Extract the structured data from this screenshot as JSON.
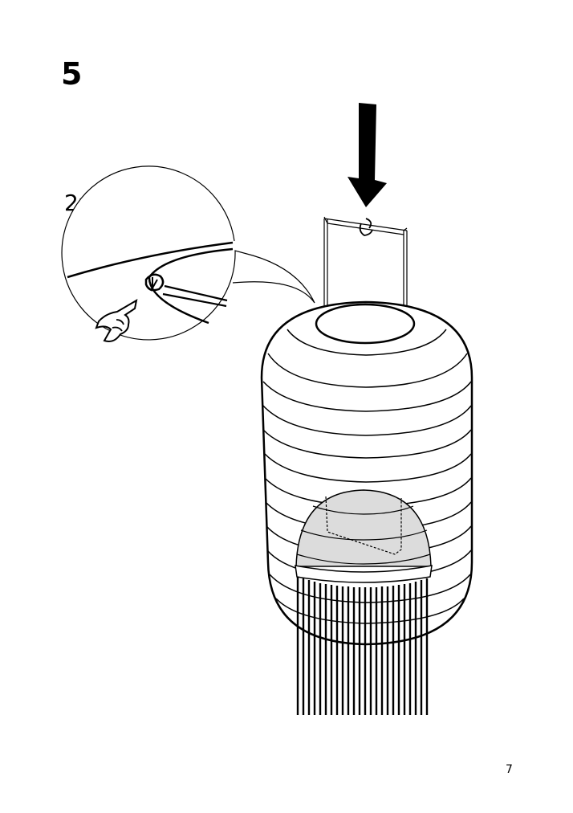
{
  "step": {
    "number": "5"
  },
  "detail": {
    "quantity": "2x"
  },
  "footer": {
    "page_number": "7"
  },
  "colors": {
    "ink": "#000000",
    "shade": "#dcdcdc",
    "paper": "#ffffff"
  }
}
